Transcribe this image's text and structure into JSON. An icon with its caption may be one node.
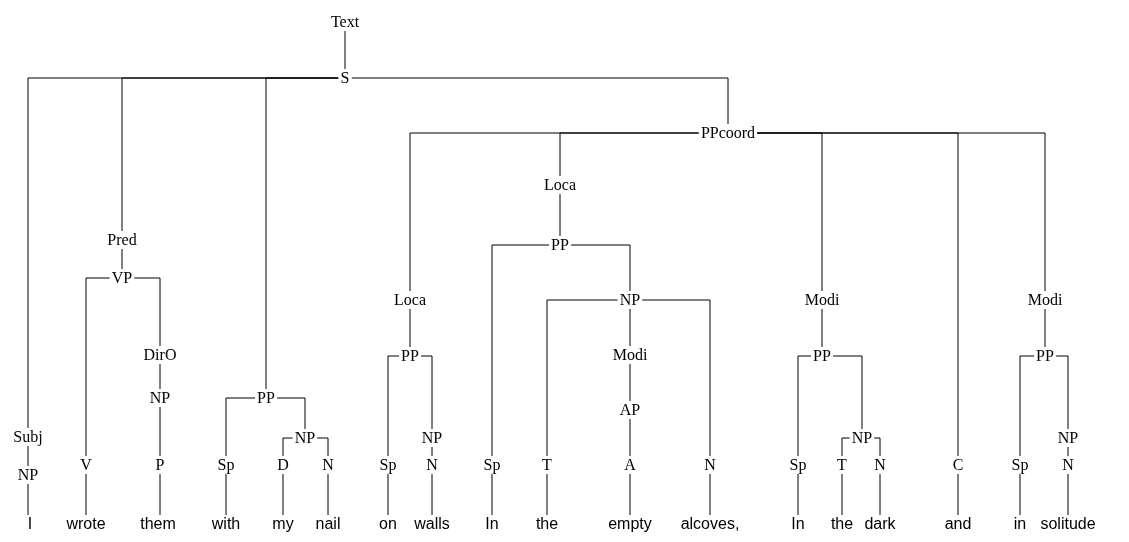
{
  "diagram": {
    "nodes": [
      {
        "text": [
          "Text"
        ]
      },
      {
        "text": [
          "S"
        ]
      },
      {
        "text": [
          "Subj"
        ]
      },
      {
        "text": [
          "NP"
        ]
      },
      {
        "text": [
          "I"
        ]
      },
      {
        "text": [
          "Pred"
        ]
      },
      {
        "text": [
          "VP"
        ]
      },
      {
        "text": [
          "V"
        ]
      },
      {
        "text": [
          "wrote"
        ]
      },
      {
        "text": [
          "DirO"
        ]
      },
      {
        "text": [
          "NP"
        ]
      },
      {
        "text": [
          "P"
        ]
      },
      {
        "text": [
          "them"
        ]
      },
      {
        "text": [
          "PP"
        ]
      },
      {
        "text": [
          "Sp"
        ]
      },
      {
        "text": [
          "with"
        ]
      },
      {
        "text": [
          "NP"
        ]
      },
      {
        "text": [
          "D"
        ]
      },
      {
        "text": [
          "my"
        ]
      },
      {
        "text": [
          "N"
        ]
      },
      {
        "text": [
          "nail"
        ]
      },
      {
        "text": [
          "PPcoord"
        ]
      },
      {
        "text": [
          "Loca"
        ]
      },
      {
        "text": [
          "PP"
        ]
      },
      {
        "text": [
          "Sp"
        ]
      },
      {
        "text": [
          "on"
        ]
      },
      {
        "text": [
          "NP"
        ]
      },
      {
        "text": [
          "N"
        ]
      },
      {
        "text": [
          "walls"
        ]
      },
      {
        "text": [
          "Loca"
        ]
      },
      {
        "text": [
          "PP"
        ]
      },
      {
        "text": [
          "Sp"
        ]
      },
      {
        "text": [
          "In"
        ]
      },
      {
        "text": [
          "NP"
        ]
      },
      {
        "text": [
          "T"
        ]
      },
      {
        "text": [
          "the"
        ]
      },
      {
        "text": [
          "Modi"
        ]
      },
      {
        "text": [
          "AP"
        ]
      },
      {
        "text": [
          "A"
        ]
      },
      {
        "text": [
          "empty"
        ]
      },
      {
        "text": [
          "N"
        ]
      },
      {
        "text": [
          "alcoves,"
        ]
      },
      {
        "text": [
          "Modi"
        ]
      },
      {
        "text": [
          "PP"
        ]
      },
      {
        "text": [
          "Sp"
        ]
      },
      {
        "text": [
          "In"
        ]
      },
      {
        "text": [
          "NP"
        ]
      },
      {
        "text": [
          "T"
        ]
      },
      {
        "text": [
          "the"
        ]
      },
      {
        "text": [
          "N"
        ]
      },
      {
        "text": [
          "dark"
        ]
      },
      {
        "text": [
          "C"
        ]
      },
      {
        "text": [
          "and"
        ]
      },
      {
        "text": [
          "Modi"
        ]
      },
      {
        "text": [
          "PP"
        ]
      },
      {
        "text": [
          "Sp"
        ]
      },
      {
        "text": [
          "in"
        ]
      },
      {
        "text": [
          "NP"
        ]
      },
      {
        "text": [
          "N"
        ]
      },
      {
        "text": [
          "solitude"
        ]
      }
    ],
    "edges": [
      {
        "from": 0,
        "to": 1,
        "arrow": "none"
      },
      {
        "from": 1,
        "to": 2,
        "arrow": "none"
      },
      {
        "from": 2,
        "to": 3,
        "arrow": "none"
      },
      {
        "from": 3,
        "to": 4,
        "arrow": "none"
      },
      {
        "from": 1,
        "to": 5,
        "arrow": "none"
      },
      {
        "from": 5,
        "to": 6,
        "arrow": "none"
      },
      {
        "from": 6,
        "to": 7,
        "arrow": "none"
      },
      {
        "from": 7,
        "to": 8,
        "arrow": "none"
      },
      {
        "from": 6,
        "to": 9,
        "arrow": "none"
      },
      {
        "from": 9,
        "to": 10,
        "arrow": "none"
      },
      {
        "from": 10,
        "to": 11,
        "arrow": "none"
      },
      {
        "from": 11,
        "to": 12,
        "arrow": "none"
      },
      {
        "from": 1,
        "to": 13,
        "arrow": "none"
      },
      {
        "from": 13,
        "to": 14,
        "arrow": "none"
      },
      {
        "from": 14,
        "to": 15,
        "arrow": "none"
      },
      {
        "from": 13,
        "to": 16,
        "arrow": "none"
      },
      {
        "from": 16,
        "to": 17,
        "arrow": "none"
      },
      {
        "from": 17,
        "to": 18,
        "arrow": "none"
      },
      {
        "from": 16,
        "to": 19,
        "arrow": "none"
      },
      {
        "from": 19,
        "to": 20,
        "arrow": "none"
      },
      {
        "from": 1,
        "to": 21,
        "arrow": "none"
      },
      {
        "from": 21,
        "to": 22,
        "arrow": "none"
      },
      {
        "from": 22,
        "to": 23,
        "arrow": "none"
      },
      {
        "from": 23,
        "to": 24,
        "arrow": "none"
      },
      {
        "from": 24,
        "to": 25,
        "arrow": "none"
      },
      {
        "from": 23,
        "to": 26,
        "arrow": "none"
      },
      {
        "from": 26,
        "to": 27,
        "arrow": "none"
      },
      {
        "from": 27,
        "to": 28,
        "arrow": "none"
      },
      {
        "from": 21,
        "to": 29,
        "arrow": "none"
      },
      {
        "from": 29,
        "to": 30,
        "arrow": "none"
      },
      {
        "from": 30,
        "to": 31,
        "arrow": "none"
      },
      {
        "from": 31,
        "to": 32,
        "arrow": "none"
      },
      {
        "from": 30,
        "to": 33,
        "arrow": "none"
      },
      {
        "from": 33,
        "to": 34,
        "arrow": "none"
      },
      {
        "from": 34,
        "to": 35,
        "arrow": "none"
      },
      {
        "from": 33,
        "to": 36,
        "arrow": "none"
      },
      {
        "from": 36,
        "to": 37,
        "arrow": "none"
      },
      {
        "from": 37,
        "to": 38,
        "arrow": "none"
      },
      {
        "from": 38,
        "to": 39,
        "arrow": "none"
      },
      {
        "from": 33,
        "to": 40,
        "arrow": "none"
      },
      {
        "from": 40,
        "to": 41,
        "arrow": "none"
      },
      {
        "from": 21,
        "to": 42,
        "arrow": "none"
      },
      {
        "from": 42,
        "to": 43,
        "arrow": "none"
      },
      {
        "from": 43,
        "to": 44,
        "arrow": "none"
      },
      {
        "from": 44,
        "to": 45,
        "arrow": "none"
      },
      {
        "from": 43,
        "to": 46,
        "arrow": "none"
      },
      {
        "from": 46,
        "to": 47,
        "arrow": "none"
      },
      {
        "from": 47,
        "to": 48,
        "arrow": "none"
      },
      {
        "from": 46,
        "to": 49,
        "arrow": "none"
      },
      {
        "from": 49,
        "to": 50,
        "arrow": "none"
      },
      {
        "from": 21,
        "to": 51,
        "arrow": "none"
      },
      {
        "from": 51,
        "to": 52,
        "arrow": "none"
      },
      {
        "from": 21,
        "to": 53,
        "arrow": "none"
      },
      {
        "from": 53,
        "to": 54,
        "arrow": "none"
      },
      {
        "from": 54,
        "to": 55,
        "arrow": "none"
      },
      {
        "from": 55,
        "to": 56,
        "arrow": "none"
      },
      {
        "from": 54,
        "to": 57,
        "arrow": "none"
      },
      {
        "from": 57,
        "to": 58,
        "arrow": "none"
      },
      {
        "from": 58,
        "to": 59,
        "arrow": "none"
      }
    ]
  }
}
